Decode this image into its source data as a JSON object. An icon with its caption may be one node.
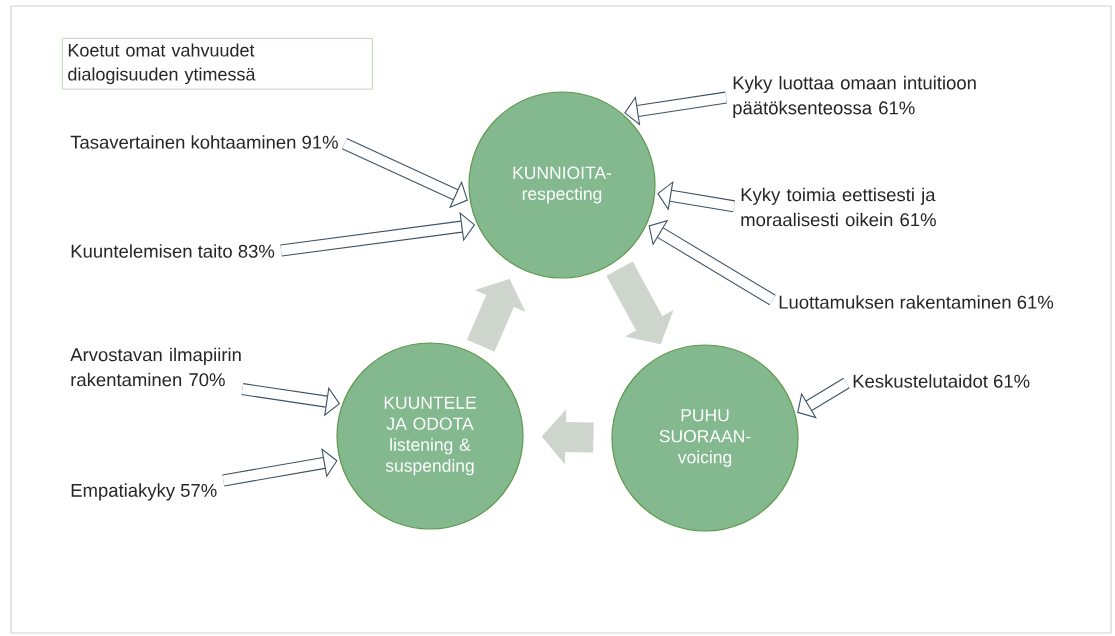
{
  "diagram": {
    "nodes": [
      {
        "text": [
          "Koetut omat vahvuudet dialogisuuden ytimessä"
        ]
      },
      {
        "text": [
          "KUNNIOITA-respecting"
        ]
      },
      {
        "text": [
          "PUHU SUORAAN-voicing"
        ]
      },
      {
        "text": [
          "KUUNTELE JA ODOTA listening & suspending"
        ]
      },
      {
        "text": [
          "Tasavertainen kohtaaminen 91%"
        ]
      },
      {
        "text": [
          "Kuuntelemisen taito 83%"
        ]
      },
      {
        "text": [
          "Arvostavan ilmapiirin rakentaminen 70%"
        ]
      },
      {
        "text": [
          "Empatiakyky 57%"
        ]
      },
      {
        "text": [
          "Kyky luottaa omaan intuitioon päätöksenteossa 61%"
        ]
      },
      {
        "text": [
          "Kyky toimia eettisesti ja moraalisesti oikein 61%"
        ]
      },
      {
        "text": [
          "Luottamuksen rakentaminen 61%"
        ]
      },
      {
        "text": [
          "Keskustelutaidot 61%"
        ]
      }
    ],
    "edges": [
      {
        "from": 4,
        "to": 1,
        "arrow": "to"
      },
      {
        "from": 5,
        "to": 1,
        "arrow": "to"
      },
      {
        "from": 6,
        "to": 3,
        "arrow": "to"
      },
      {
        "from": 7,
        "to": 3,
        "arrow": "to"
      },
      {
        "from": 8,
        "to": 1,
        "arrow": "to"
      },
      {
        "from": 9,
        "to": 1,
        "arrow": "to"
      },
      {
        "from": 10,
        "to": 1,
        "arrow": "to"
      },
      {
        "from": 11,
        "to": 2,
        "arrow": "to"
      },
      {
        "from": 3,
        "to": 1,
        "arrow": "to",
        "style": "thick",
        "color": "#cdd5cd"
      },
      {
        "from": 1,
        "to": 2,
        "arrow": "to",
        "style": "thick",
        "color": "#cdd5cd"
      },
      {
        "from": 2,
        "to": 3,
        "arrow": "to",
        "style": "thick",
        "color": "#cdd5cd"
      }
    ]
  }
}
